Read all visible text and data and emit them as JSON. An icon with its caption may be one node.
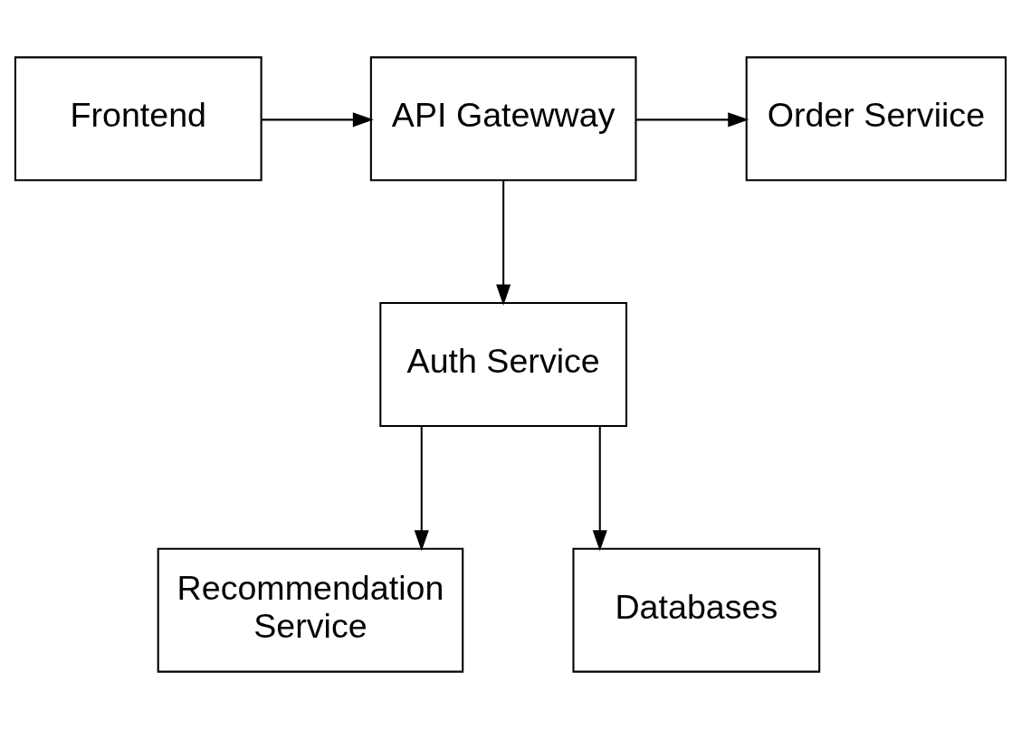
{
  "diagram": {
    "nodes": [
      {
        "text": [
          "Frontend"
        ]
      },
      {
        "text": [
          "API Gatewway"
        ]
      },
      {
        "text": [
          "Order Serviice"
        ]
      },
      {
        "text": [
          "Auth Service"
        ]
      },
      {
        "text": [
          "Recommendation Service"
        ]
      },
      {
        "text": [
          "Databases"
        ]
      }
    ],
    "edges": [
      {
        "from": 0,
        "to": 1,
        "arrow": "to"
      },
      {
        "from": 1,
        "to": 2,
        "arrow": "to"
      },
      {
        "from": 1,
        "to": 3,
        "arrow": "to"
      },
      {
        "from": 3,
        "to": 4,
        "arrow": "to"
      },
      {
        "from": 3,
        "to": 5,
        "arrow": "to"
      }
    ]
  }
}
